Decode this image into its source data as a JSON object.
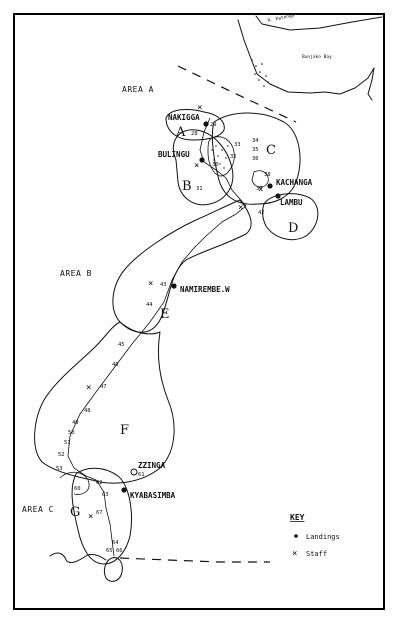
{
  "map": {
    "areas": {
      "a": "AREA A",
      "b": "AREA B",
      "c": "AREA C"
    },
    "landings": {
      "nakigga": "NAKIGGA",
      "bulingu": "BULINGU",
      "kachanga": "KACHANGA",
      "lambu": "LAMBU",
      "namirembe": "NAMIREMBE.W",
      "zzinga": "ZZINGA",
      "kyabasimba": "KYABASIMBA"
    },
    "zones": {
      "a": "A",
      "b": "B",
      "c": "C",
      "d": "D",
      "e": "E",
      "f": "F",
      "g": "G"
    },
    "water": {
      "katonga": "R. Katonga",
      "bay": "Bunjako Bay"
    },
    "station_numbers": {
      "n28": "28",
      "n29": "29",
      "n30": "30",
      "n31": "31",
      "n32": "32",
      "n33": "33",
      "n34": "34",
      "n35": "35",
      "n36": "36",
      "n37": "37",
      "n38": "38",
      "n42": "42",
      "n43": "43",
      "n44": "44",
      "n45": "45",
      "n46": "46",
      "n47": "47",
      "n48": "48",
      "n49": "49",
      "n50": "50",
      "n51": "51",
      "n52": "52",
      "n53": "53",
      "n60": "60",
      "n61": "61",
      "n62": "62",
      "n63": "63",
      "n64": "64",
      "n65": "65",
      "n66": "66",
      "n67": "67"
    }
  },
  "key": {
    "title": "KEY",
    "landings_label": "Landings",
    "staff_label": "Staff"
  }
}
